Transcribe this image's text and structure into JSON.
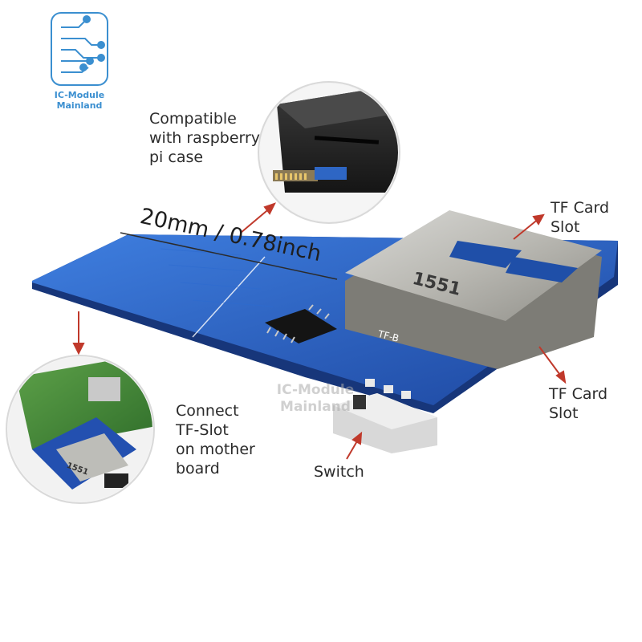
{
  "logo": {
    "line1": "IC-Module",
    "line2": "Mainland",
    "color": "#3b8fd0"
  },
  "watermark": {
    "line1": "IC-Module",
    "line2": "Mainland"
  },
  "labels": {
    "compatible": "Compatible\nwith raspberry\npi case",
    "dimension": "20mm / 0.78inch",
    "tf_slot_top": "TF Card\nSlot",
    "tf_slot_bottom": "TF Card\nSlot",
    "connect": "Connect\nTF-Slot\non mother\nboard",
    "switch": "Switch"
  },
  "board": {
    "chip_marking": "1551",
    "silkscreen": "TF-B",
    "pcb_color": "#1f4fa8",
    "arrow_color": "#c0392b"
  },
  "inset_bottom": {
    "chip_marking": "1551"
  }
}
